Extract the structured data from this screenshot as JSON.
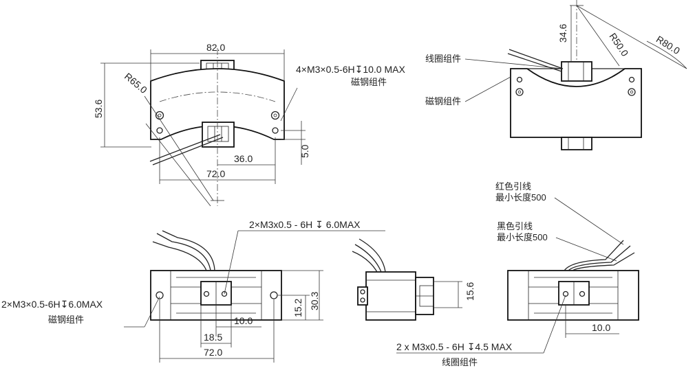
{
  "top_left_view": {
    "width_82": "82.0",
    "height_53": "53.6",
    "radius_65": "R65.0",
    "thread_note": "4×M3×0.5-6H↧10.0 MAX",
    "magnet_label": "磁钢组件",
    "offset_36": "36.0",
    "width_72": "72.0",
    "height_5": "5.0"
  },
  "top_right_view": {
    "height_34": "34.6",
    "radius_50": "R50.0",
    "radius_80": "R80.0",
    "coil_label": "线圈组件",
    "magnet_label": "磁钢组件"
  },
  "wire_notes": {
    "red_line1": "红色引线",
    "red_line2": "最小长度500",
    "black_line1": "黑色引线",
    "black_line2": "最小长度500"
  },
  "front_view": {
    "thread_top": "2×M3x0.5 - 6H ↧ 6.0MAX",
    "thread_left": "2×M3×0.5-6H↧6.0MAX",
    "magnet_label": "磁钢组件",
    "dim_10": "10.0",
    "dim_18": "18.5",
    "dim_72": "72.0",
    "dim_15": "15.2",
    "dim_30": "30.3"
  },
  "side_view": {
    "dim_15_6": "15.6"
  },
  "back_view": {
    "dim_10": "10.0",
    "thread_note": "2 x M3x0.5 - 6H ↧4.5 MAX",
    "coil_label": "线圈组件"
  }
}
